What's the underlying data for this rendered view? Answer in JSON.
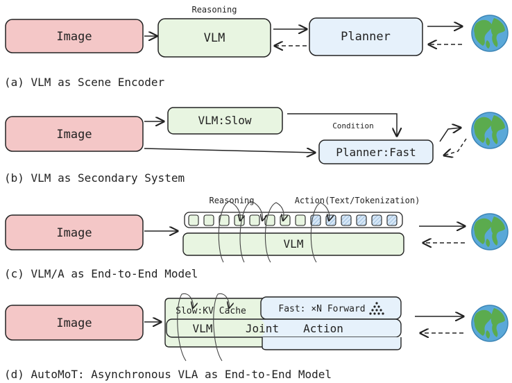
{
  "panel_a": {
    "image_label": "Image",
    "vlm_label": "VLM",
    "planner_label": "Planner",
    "annotation": "Reasoning",
    "caption": "(a) VLM as Scene Encoder"
  },
  "panel_b": {
    "image_label": "Image",
    "slow_label": "VLM:Slow",
    "fast_label": "Planner:Fast",
    "annotation": "Condition",
    "caption": "(b) VLM as Secondary System"
  },
  "panel_c": {
    "image_label": "Image",
    "vlm_label": "VLM",
    "reasoning_label": "Reasoning",
    "action_label": "Action(Text/Tokenization)",
    "caption": "(c) VLM/A as End-to-End Model"
  },
  "panel_d": {
    "image_label": "Image",
    "slow_label": "Slow:KV Cache",
    "fast_label": "Fast: ×N Forward",
    "vlm_label": "VLM",
    "joint_label": "Joint",
    "action_label": "Action",
    "caption": "(d) AutoMoT: Asynchronous VLA as End-to-End Model"
  },
  "colors": {
    "image_fill": "#f4c7c7",
    "vlm_fill": "#e8f5e1",
    "planner_fill": "#e6f1fb",
    "ocean": "#5aa8d8",
    "land": "#5bab4e"
  },
  "icons": [
    "globe-icon",
    "dotted-triangle-icon"
  ]
}
